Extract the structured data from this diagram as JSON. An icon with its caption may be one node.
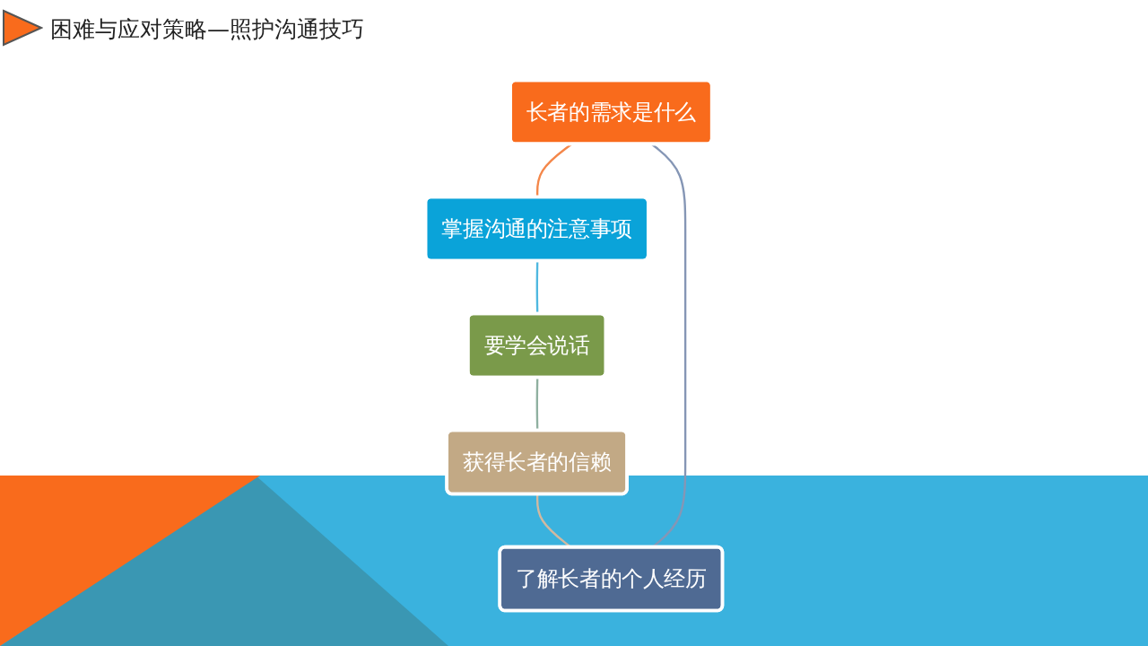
{
  "diagram": {
    "title": "困难与应对策略—照护沟通技巧",
    "nodes": [
      {
        "text": [
          "长者的需求是什么"
        ]
      },
      {
        "text": [
          "掌握沟通的注意事项"
        ]
      },
      {
        "text": [
          "要学会说话"
        ]
      },
      {
        "text": [
          "获得长者的信赖"
        ]
      },
      {
        "text": [
          "了解长者的个人经历"
        ]
      }
    ],
    "edges": [
      {
        "from": 0,
        "to": 1,
        "arrow": "none",
        "color": "#f4874a"
      },
      {
        "from": 1,
        "to": 2,
        "arrow": "none",
        "color": "#4fb8e0"
      },
      {
        "from": 2,
        "to": 3,
        "arrow": "none",
        "color": "#8fb0a0"
      },
      {
        "from": 3,
        "to": 4,
        "arrow": "none",
        "color": "#d2b9a0"
      },
      {
        "from": 4,
        "to": 0,
        "arrow": "none",
        "color": "#8596b5"
      }
    ]
  }
}
